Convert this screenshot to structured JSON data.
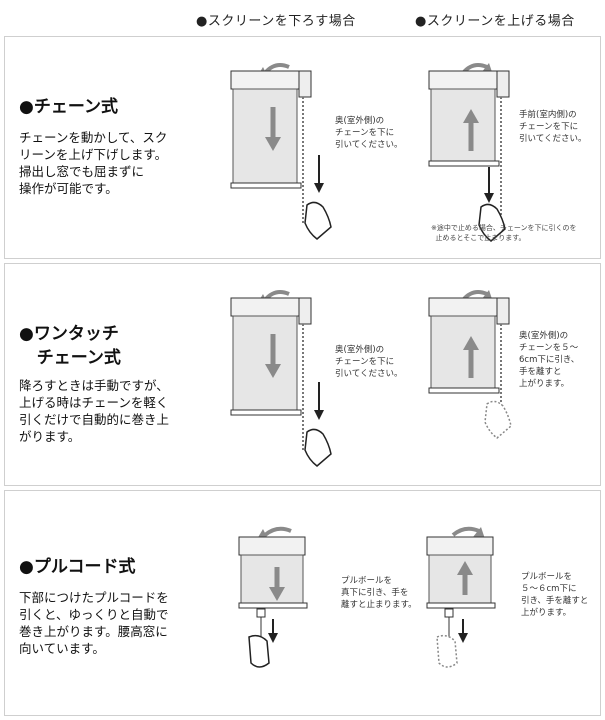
{
  "headers": {
    "lower": "●スクリーンを下ろす場合",
    "raise": "●スクリーンを上げる場合"
  },
  "panels": [
    {
      "title": "●チェーン式",
      "description": "チェーンを動かして、スク\nリーンを上げ下げします。\n掃出し窓でも屈まずに\n操作が可能です。",
      "lower_note": "奥(室外側)の\nチェーンを下に\n引いてください。",
      "raise_note": "手前(室内側)の\nチェーンを下に\n引いてください。",
      "footnote": "※途中で止める場合、チェーンを下に引くのを\n  止めるとそこで止まります。"
    },
    {
      "title": "●ワンタッチ\n   チェーン式",
      "description": "降ろすときは手動ですが、\n上げる時はチェーンを軽く\n引くだけで自動的に巻き上\nがります。",
      "lower_note": "奥(室外側)の\nチェーンを下に\n引いてください。",
      "raise_note": "奥(室外側)の\nチェーンを５～\n6cm下に引き、\n手を離すと\n上がります。"
    },
    {
      "title": "●プルコード式",
      "description": "下部につけたプルコードを\n引くと、ゆっくりと自動で\n巻き上がります。腰高窓に\n向いています。",
      "lower_note": "プルボールを\n真下に引き、手を\n離すと止まります。",
      "raise_note": "プルボールを\n５～６cm下に\n引き、手を離すと\n上がります。"
    }
  ],
  "colors": {
    "border": "#cfcfcf",
    "screen": "#e6e6e6",
    "arrow": "#8a8a8a",
    "line": "#333333"
  }
}
